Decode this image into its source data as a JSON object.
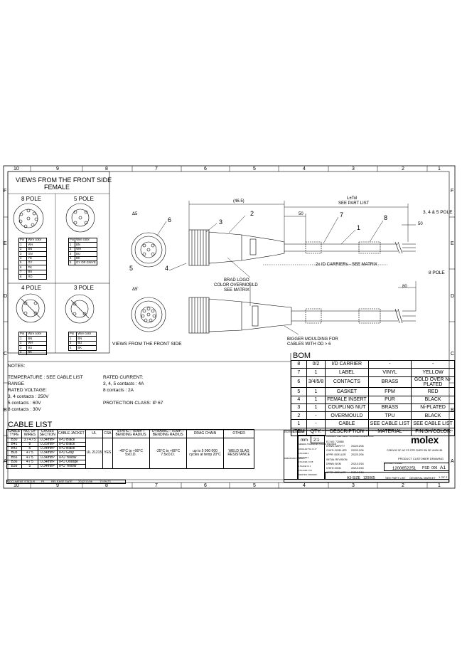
{
  "grid": {
    "top_numbers": [
      "10",
      "9",
      "8",
      "7",
      "6",
      "5",
      "4",
      "3",
      "2",
      "1"
    ],
    "side_letters": [
      "F",
      "E",
      "D",
      "C",
      "B",
      "A"
    ]
  },
  "front_views": {
    "title_line1": "VIEWS FROM THE FRONT SIDE",
    "title_line2": "FEMALE",
    "footer": "VIEWS FROM THE FRONT SIDE",
    "pole8": {
      "title": "8 POLE",
      "header": [
        "Pin",
        "Wire color"
      ],
      "rows": [
        [
          "1",
          "WH"
        ],
        [
          "2",
          "BN"
        ],
        [
          "3",
          "GN"
        ],
        [
          "4",
          "YE"
        ],
        [
          "5",
          "GY"
        ],
        [
          "6",
          "PK"
        ],
        [
          "7",
          "BU"
        ],
        [
          "8",
          "RD"
        ]
      ]
    },
    "pole5": {
      "title": "5 POLE",
      "header": [
        "Pin",
        "Wire color"
      ],
      "rows": [
        [
          "1",
          "BN"
        ],
        [
          "2",
          "WH"
        ],
        [
          "3",
          "BU"
        ],
        [
          "4",
          "BK"
        ],
        [
          "5",
          "GY OR GN/YE"
        ]
      ]
    },
    "pole4": {
      "title": "4 POLE",
      "header": [
        "Pin",
        "Wire color"
      ],
      "rows": [
        [
          "1",
          "BN"
        ],
        [
          "2",
          "WH"
        ],
        [
          "3",
          "BU"
        ],
        [
          "4",
          "BK"
        ]
      ]
    },
    "pole3": {
      "title": "3 POLE",
      "header": [
        "Pin",
        "Wire color"
      ],
      "rows": [
        [
          "1",
          "BN"
        ],
        [
          "3",
          "BU"
        ],
        [
          "4",
          "BK"
        ]
      ]
    }
  },
  "drawing": {
    "dim_46_5": "(46.5)",
    "dim_l": "L±Tol",
    "see_part_list": "SEE PART LIST",
    "dim_50a": "50",
    "dim_50b": "50",
    "poles_345": "3, 4 & 5 POLE",
    "pole8_label": "8 POLE",
    "dim_80": "80",
    "id_carriers": "2x ID CARRIERs - SEE MATRIX",
    "brad_logo_1": "BRAD LOGO",
    "brad_logo_2": "COLOR OVERMOULD",
    "brad_logo_3": "SEE MATRIX",
    "bigger_1": "BIGGER MOULDING FOR",
    "bigger_2": "CABLES WITH OD > 6",
    "delta5a": "Δ5",
    "delta5b": "Δ5'",
    "callouts": [
      "6",
      "5",
      "4",
      "3",
      "2",
      "7",
      "8",
      "1"
    ]
  },
  "bom": {
    "title": "BOM",
    "rows": [
      [
        "8",
        "0/2",
        "I/D CARRIER",
        "-",
        "-"
      ],
      [
        "7",
        "1",
        "LABEL",
        "VINYL",
        "YELLOW"
      ],
      [
        "6",
        "3/4/5/8",
        "CONTACTS",
        "BRASS",
        "GOLD OVER Ni-PLATED"
      ],
      [
        "5",
        "1",
        "GASKET",
        "FPM",
        "RED"
      ],
      [
        "4",
        "1",
        "FEMALE INSERT",
        "PUR",
        "BLACK"
      ],
      [
        "3",
        "1",
        "COUPLING NUT",
        "BRASS",
        "Ni-PLATED"
      ],
      [
        "2",
        "-",
        "OVERMOULD",
        "TPU",
        "BLACK"
      ],
      [
        "1",
        "-",
        "CABLE",
        "SEE CABLE LIST",
        "SEE CABLE LIST"
      ]
    ],
    "header": [
      "ITEM",
      "QTY.",
      "DESCRIPTION",
      "MATERIAL",
      "FINISH/COLOR"
    ]
  },
  "notes": {
    "title": "NOTES:",
    "temperature": "TEMPERATURE   : SEE CABLE LIST",
    "range": "RANGE",
    "rated_voltage": "RATED VOLTAGE:",
    "v1": "3, 4 contacts :  250V",
    "v2": "5 contacts :  60V",
    "v3": "8 contacts : 30V",
    "rated_current": "RATED CURRENT:",
    "c1": "3, 4, 5 contacts : 4A",
    "c2": "8 contacts : 2A",
    "protection": "PROTECTION CLASS: IP 67"
  },
  "cable_list": {
    "title": "CABLE LIST",
    "header": [
      "CABLE TYPE",
      "NO. OF WIRES",
      "CROSS SECTION",
      "CABLE JACKET",
      "UL",
      "CSA",
      "STATIC : TEMP. / BENDING RADIUS",
      "DYNAMIC : TEMP. / BENDING RADIUS",
      "DRAG CHAIN",
      "OTHER"
    ],
    "rows": [
      [
        "B30",
        "3 / 4 / 5",
        "0.34mm²",
        "TPU Black"
      ],
      [
        "B41",
        "8",
        "0.25mm²",
        "TPU Black"
      ],
      [
        "B42",
        "5",
        "0.34mm²",
        "TPU Black"
      ],
      [
        "B03",
        "4 / 5",
        "0.34mm²",
        "TPU Gray"
      ],
      [
        "B55",
        "4 / 5",
        "0.34mm²",
        "TPU Yellow"
      ],
      [
        "B36",
        "4 / 5",
        "0.34mm²",
        "TPU Orange"
      ],
      [
        "B39",
        "5",
        "0.34mm²",
        "TPU Yellow"
      ]
    ],
    "ul": "UL 21215",
    "csa": "YES",
    "static": "-40°C to +90°C 5xO.D.",
    "dynamic": "-25°C to +80°C 7.5xO.D.",
    "drag": "up to 5 000 000 cycles at temp 20°C",
    "other": "WELD SLAG RESISTANCE"
  },
  "doc_status": {
    "label": "DOCUMENT STATUS",
    "status": "P1",
    "release_label": "RELEASE DATE",
    "release_date": "2022/12/06",
    "time": "13:59:23"
  },
  "title_block": {
    "logo": "molex",
    "description": "CSB M12 XF-AC FS STR OVER SM SE UNSH 89",
    "product_drawing": "PRODUCT CUSTOMER DRAWING",
    "doc_number": "1200652251",
    "doc_type": "PSD",
    "doc_part": "006",
    "revision": "A1",
    "sheet": "1 OF 2",
    "size": "A3-SIZE",
    "series": "120065",
    "material_number": "SEE PART LIST",
    "general_market": "GENERAL MARKET",
    "scale": "2:1",
    "units": "mm",
    "ec_no": "EC NO:  720880",
    "drwn": "DRWN:  AKRYT7",
    "chkd": "CHK'D:  BOELLER",
    "appr": "APPR:  BOELLER",
    "date1": "2022/12/05",
    "date2": "2022/12/06",
    "date3": "2022/12/06",
    "initial_revision": "INITIAL REVISION:",
    "drwn2": "DRWN:  BGM",
    "chkd2": "CHK'D:  BGM",
    "appr2": "APPR:  BOELLER",
    "date4": "2021/10/18",
    "date5": "2021/10/18",
    "date6": "2021/10/18",
    "confidential": "THIS DRAWING CONTAINS INFORMATION THAT IS PROPRIETARY TO MOLEX ELECTRONIC TECHNOLOGIES, LLC AND SHOULD NOT BE USED WITHOUT WRITTEN PERMISSION",
    "current_rev": "CURRENT REV DESC: UPDATED DIMENSIONS",
    "dimension_units": "DIMENSION UNITS",
    "scale_label": "SCALE",
    "general_tolerances": "GENERAL TOLERANCES (UNLESS SPECIFIED)",
    "angular_tol": "ANGULAR TOL ±  1.0°",
    "places": [
      "4 PLACES  ±",
      "3 PLACES  ±",
      "2 PLACES  ±  0.08",
      "1 PLACE  ±  0.1",
      "0 PLACES  ±  0.5"
    ],
    "functional_symbols": "FUNCTIONAL SYMBOLS",
    "dimensional_symbols": "DIMENSIONAL SYMBOLS",
    "first_used": "FIRST USED ON / COLLECTION",
    "drafting": "DRAFTING STANDARD",
    "sheet_number_label": "SHEET NUMBER",
    "drawing_number_label": "DOCUMENT NUMBER",
    "doc_type_label": "DOC TYPE",
    "doc_part_label": "DOC PART",
    "revision_label": "REVISION",
    "material_label": "MATERIAL NUMBER",
    "customer_label": "CUSTOMER",
    "dims_note": "UNITS: UNLESS SPECIFIED ALL TIMES IN MM",
    "size_label": "SIZE",
    "series_label": "SERIES"
  }
}
